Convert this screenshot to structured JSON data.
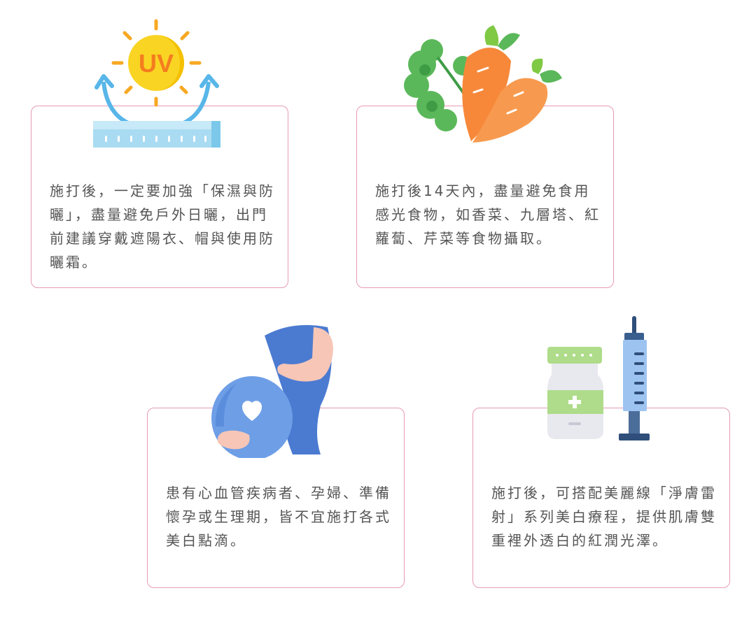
{
  "cards": [
    {
      "text": "施打後，一定要加強「保濕與防曬」，盡量避免戶外日曬，出門前建議穿戴遮陽衣、帽與使用防曬霜。",
      "icon": "uv-protection-icon",
      "icon_label": "UV"
    },
    {
      "text": "施打後14天內，盡量避免食用感光食物，如香菜、九層塔、紅蘿蔔、芹菜等食物攝取。",
      "icon": "carrot-cilantro-icon"
    },
    {
      "text": "患有心血管疾病者、孕婦、準備懷孕或生理期，皆不宜施打各式美白點滴。",
      "icon": "pregnant-woman-icon"
    },
    {
      "text": "施打後，可搭配美麗線「淨膚雷射」系列美白療程，提供肌膚雙重裡外透白的紅潤光澤。",
      "icon": "medicine-syringe-icon"
    }
  ],
  "colors": {
    "border": "#e79bb3",
    "text": "#555555",
    "sun": "#f9d423",
    "carrot": "#f7883a",
    "leaf": "#5bb85a",
    "belly": "#6e9ee6",
    "syringe": "#9dc3f0"
  }
}
